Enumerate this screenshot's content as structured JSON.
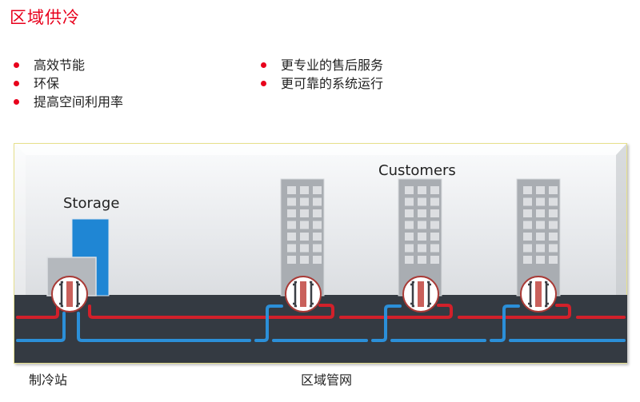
{
  "title": "区域供冷",
  "bullets_left": [
    "高效节能",
    "环保",
    "提高空间利用率"
  ],
  "bullets_right": [
    "更专业的售后服务",
    "更可靠的系统运行"
  ],
  "diagram": {
    "storage_label": "Storage",
    "customers_label": "Customers",
    "plant_label": "制冷站",
    "network_label": "区域管网",
    "colors": {
      "supply_pipe": "#d2202a",
      "return_pipe": "#2b8fd8",
      "ground": "#343a42",
      "building": "#a9adb2",
      "storage_tank": "#1f86d4",
      "accent_red": "#e8001c"
    },
    "customer_building_count": 3,
    "window_grid": {
      "columns": 3,
      "rows": 7
    }
  }
}
